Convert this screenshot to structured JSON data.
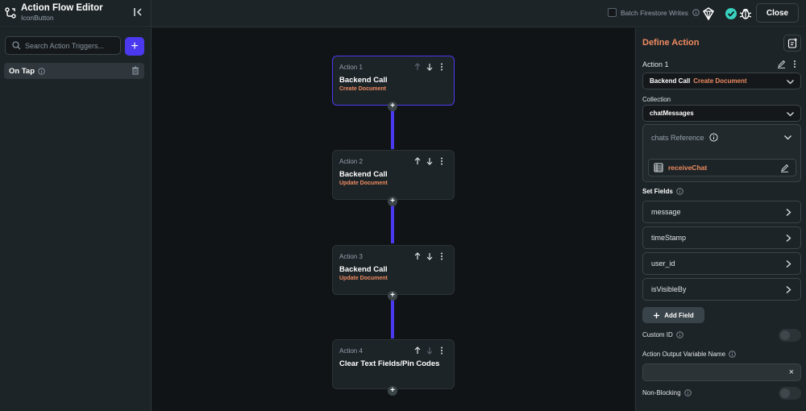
{
  "header": {
    "title": "Action Flow Editor",
    "subtitle": "IconButton",
    "batch_label": "Batch Firestore Writes",
    "close_label": "Close"
  },
  "left": {
    "search_placeholder": "Search Action Triggers...",
    "add_label": "+",
    "trigger_label": "On Tap"
  },
  "actions": [
    {
      "num": "Action 1",
      "title": "Backend Call",
      "sub": "Create Document"
    },
    {
      "num": "Action 2",
      "title": "Backend Call",
      "sub": "Update Document"
    },
    {
      "num": "Action 3",
      "title": "Backend Call",
      "sub": "Update Document"
    },
    {
      "num": "Action 4",
      "title": "Clear Text Fields/Pin Codes",
      "sub": ""
    }
  ],
  "right": {
    "title": "Define Action",
    "action_label": "Action 1",
    "action_type": "Backend Call",
    "action_subtype": "Create Document",
    "collection_label": "Collection",
    "collection_value": "chatMessages",
    "ref_title": "chats Reference",
    "ref_value": "receiveChat",
    "set_fields_label": "Set Fields",
    "fields": [
      "message",
      "timeStamp",
      "user_id",
      "isVisibleBy"
    ],
    "add_field_label": "Add Field",
    "custom_id_label": "Custom ID",
    "output_var_label": "Action Output Variable Name",
    "non_blocking_label": "Non-Blocking",
    "clear_symbol": "×"
  },
  "colors": {
    "accent_primary": "#4b39ef",
    "accent_orange": "#ee8b60",
    "success_green": "#39d2c0"
  }
}
